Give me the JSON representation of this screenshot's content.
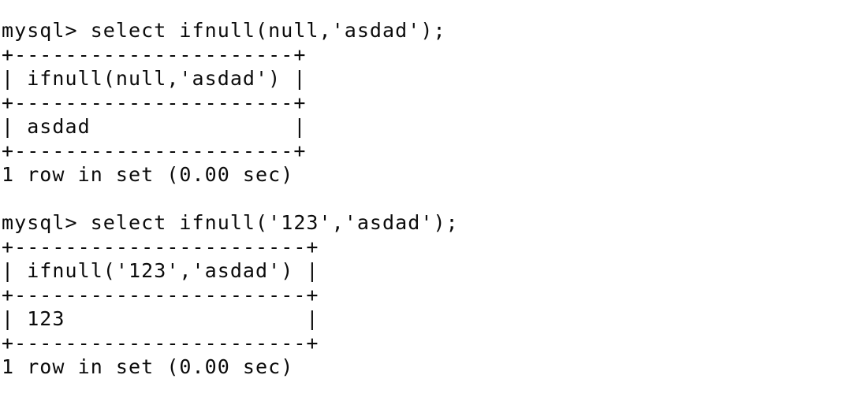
{
  "terminal": {
    "app": "mysql-client",
    "background_color": "#ffffff",
    "text_color": "#0b0b0b",
    "prompt": "mysql>",
    "blocks": [
      {
        "name": "ifnull-null-query",
        "command_line": "mysql> select ifnull(null,'asdad');",
        "command": "select ifnull(null,'asdad');",
        "top_border": "+----------------------+",
        "header_row": "| ifnull(null,'asdad') |",
        "header_label": "ifnull(null,'asdad')",
        "mid_border": "+----------------------+",
        "value_row": "| asdad                |",
        "value": "asdad",
        "bottom_border": "+----------------------+",
        "status": "1 row in set (0.00 sec)",
        "row_count": 1,
        "duration": "0.00 sec"
      },
      {
        "name": "ifnull-123-query",
        "command_line": "mysql> select ifnull('123','asdad');",
        "command": "select ifnull('123','asdad');",
        "top_border": "+-----------------------+",
        "header_row": "| ifnull('123','asdad') |",
        "header_label": "ifnull('123','asdad')",
        "mid_border": "+-----------------------+",
        "value_row": "| 123                   |",
        "value": "123",
        "bottom_border": "+-----------------------+",
        "status": "1 row in set (0.00 sec)",
        "row_count": 1,
        "duration": "0.00 sec"
      }
    ],
    "separator_blank_line": ""
  }
}
